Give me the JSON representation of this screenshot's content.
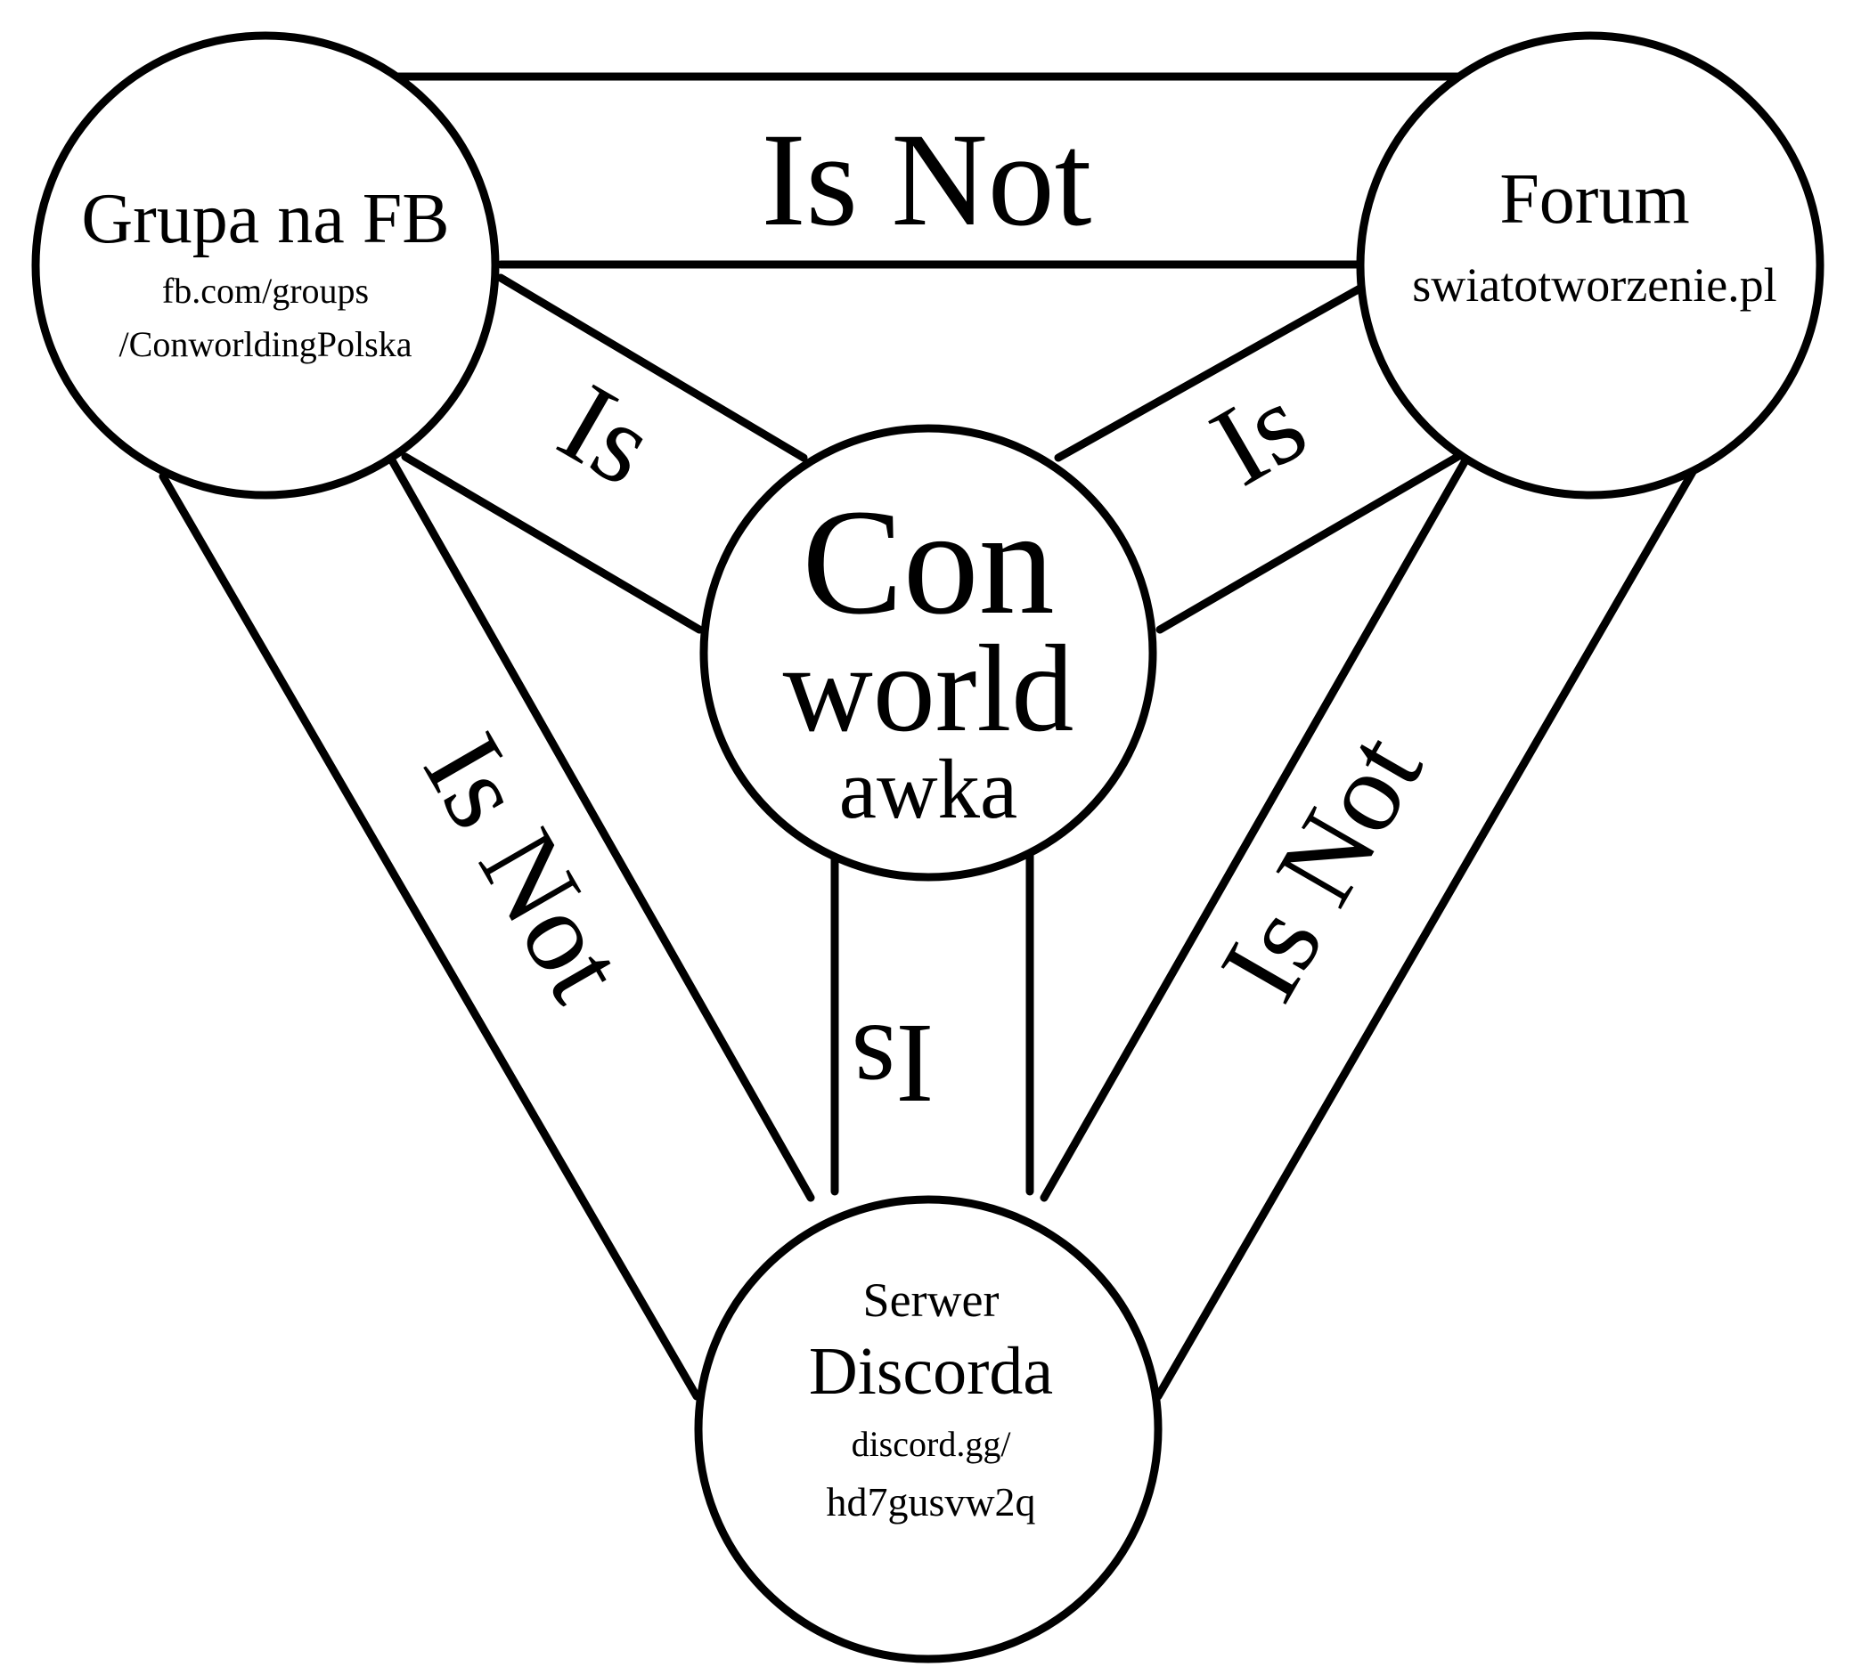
{
  "colors": {
    "stroke": "#000000",
    "background": "#ffffff",
    "text": "#000000"
  },
  "nodes": {
    "center": {
      "line1": "Con",
      "line2": "world",
      "line3": "awka"
    },
    "facebook": {
      "title": "Grupa na FB",
      "link_line1": "fb.com/groups",
      "link_line2": "/ConworldingPolska"
    },
    "forum": {
      "title": "Forum",
      "link": "swiatotworzenie.pl"
    },
    "discord": {
      "line1": "Serwer",
      "line2": "Discorda",
      "link_line1": "discord.gg/",
      "link_line2": "hd7gusvw2q"
    }
  },
  "relations": {
    "top": "Is Not",
    "left": "Is Not",
    "right": "Is Not",
    "center_facebook": "Is",
    "center_forum": "Is",
    "center_discord": "Is"
  }
}
